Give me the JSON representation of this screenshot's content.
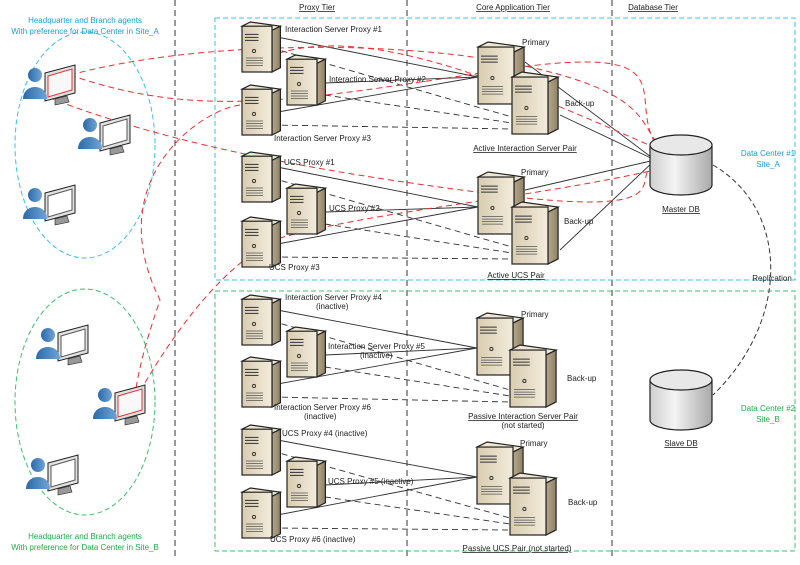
{
  "tiers": {
    "proxy": "Proxy Tier",
    "core": "Core Application Tier",
    "db": "Database Tier"
  },
  "agents": {
    "site_a": [
      "Headquarter and Branch agents",
      "With preference for Data Center in Site_A"
    ],
    "site_b": [
      "Headquarter and Branch agents",
      "With preference for Data Center in Site_B"
    ]
  },
  "datacenters": {
    "dc1": [
      "Data Center #1",
      "Site_A"
    ],
    "dc2": [
      "Data Center #2",
      "Site_B"
    ]
  },
  "proxies": {
    "is1": "Interaction Server Proxy #1",
    "is2": "Interaction Server Proxy #2",
    "is3": "Interaction Server Proxy #3",
    "ucs1": "UCS Proxy #1",
    "ucs2": "UCS Proxy #2",
    "ucs3": "UCS Proxy #3",
    "is4": "Interaction Server Proxy #4",
    "is5": "Interaction Server Proxy #5",
    "is6": "Interaction Server Proxy #6",
    "ucs4": "UCS Proxy #4 (inactive)",
    "ucs5": "UCS Proxy #5 (inactive)",
    "ucs6": "UCS Proxy #6 (inactive)",
    "inactive": "(inactive)"
  },
  "core": {
    "primary": "Primary",
    "backup": "Back-up",
    "active_is": "Active Interaction Server Pair",
    "active_ucs": "Active UCS Pair",
    "passive_is": "Passive Interaction Server Pair",
    "not_started": "(not started)",
    "passive_ucs": "Passive UCS Pair (not started)"
  },
  "db": {
    "master": "Master DB",
    "slave": "Slave DB",
    "replication": "Replication"
  },
  "colors": {
    "site_a": "#1aa0d8",
    "site_b": "#22aa44",
    "link": "#e83030"
  }
}
